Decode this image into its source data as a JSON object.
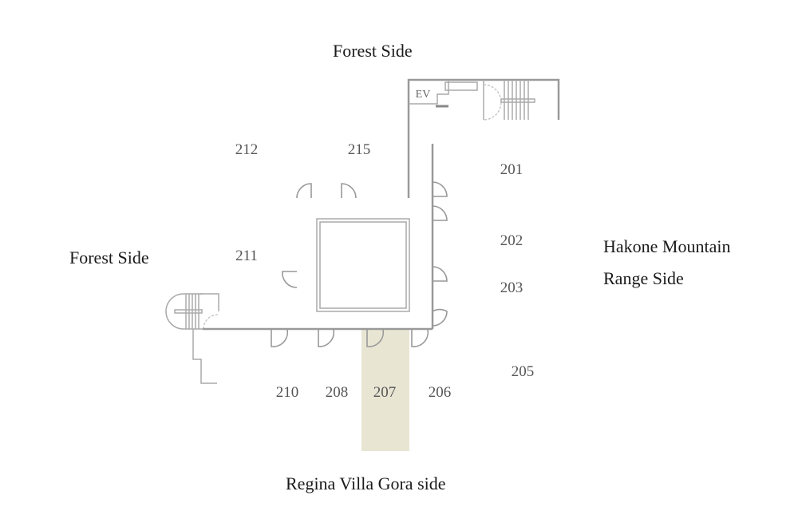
{
  "labels": {
    "top": "Forest Side",
    "left": "Forest Side",
    "right_line1": "Hakone Mountain",
    "right_line2": "Range Side",
    "bottom": "Regina Villa Gora side"
  },
  "elevator": {
    "label": "EV"
  },
  "colors": {
    "wall": "#999999",
    "highlight": "#e8e6d3",
    "room_text": "#555555",
    "label_text": "#1a1a1a"
  },
  "rooms": {
    "r212": "212",
    "r215": "215",
    "r201": "201",
    "r202": "202",
    "r203": "203",
    "r211": "211",
    "r205": "205",
    "r210": "210",
    "r208": "208",
    "r207": "207",
    "r206": "206"
  },
  "highlighted_room": "207"
}
